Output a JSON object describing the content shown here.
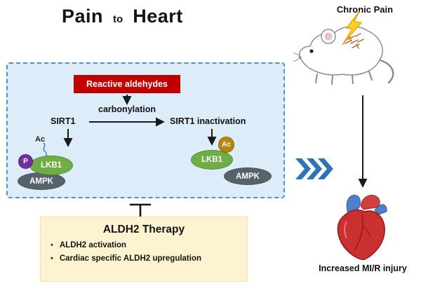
{
  "title": {
    "pain": "Pain",
    "to": "to",
    "heart": "Heart"
  },
  "labels": {
    "chronic_pain": "Chronic Pain",
    "outcome": "Increased MI/R injury"
  },
  "pathway": {
    "reactive_aldehydes": "Reactive aldehydes",
    "carbonylation": "carbonylation",
    "sirt1": "SIRT1",
    "sirt1_inactivation": "SIRT1 inactivation",
    "ac_removed": "Ac",
    "phospho": "P",
    "lkb1_active": "LKB1",
    "ampk_active": "AMPK",
    "ac_added": "Ac",
    "lkb1_inactive": "LKB1",
    "ampk_inactive": "AMPK"
  },
  "therapy": {
    "title": "ALDH2 Therapy",
    "bullets": [
      "ALDH2 activation",
      "Cardiac specific ALDH2 upregulation"
    ]
  },
  "icons": {
    "mouse": "lab-mouse-illustration",
    "lightning": "lightning-bolt",
    "heart": "anatomical-heart-illustration",
    "chevrons": "triple-chevron-right",
    "inhibition": "t-bar-inhibitor"
  },
  "colors": {
    "red_box": "#c00000",
    "panel_fill": "#dcecf8",
    "panel_border": "#4f93c8",
    "green_oval": "#6fae46",
    "gray_oval": "#57636b",
    "purple_badge": "#7030a0",
    "gold_badge": "#b8860b",
    "chevron_blue": "#2e75b6",
    "therapy_fill": "#fdf3d1",
    "lightning_yellow": "#ffd21e"
  }
}
